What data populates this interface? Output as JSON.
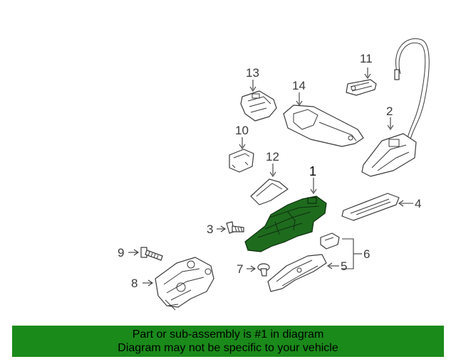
{
  "diagram": {
    "highlighted_part": "1",
    "highlight_color": "#1e6b1e",
    "callouts": {
      "c1": "1",
      "c2": "2",
      "c3": "3",
      "c4": "4",
      "c5": "5",
      "c6": "6",
      "c7": "7",
      "c8": "8",
      "c9": "9",
      "c10": "10",
      "c11": "11",
      "c12": "12",
      "c13": "13",
      "c14": "14"
    }
  },
  "banner": {
    "line1": "Part or sub-assembly is #1 in diagram",
    "line2": "Diagram may not be specific to your vehicle",
    "background": "#1a8a1a"
  }
}
